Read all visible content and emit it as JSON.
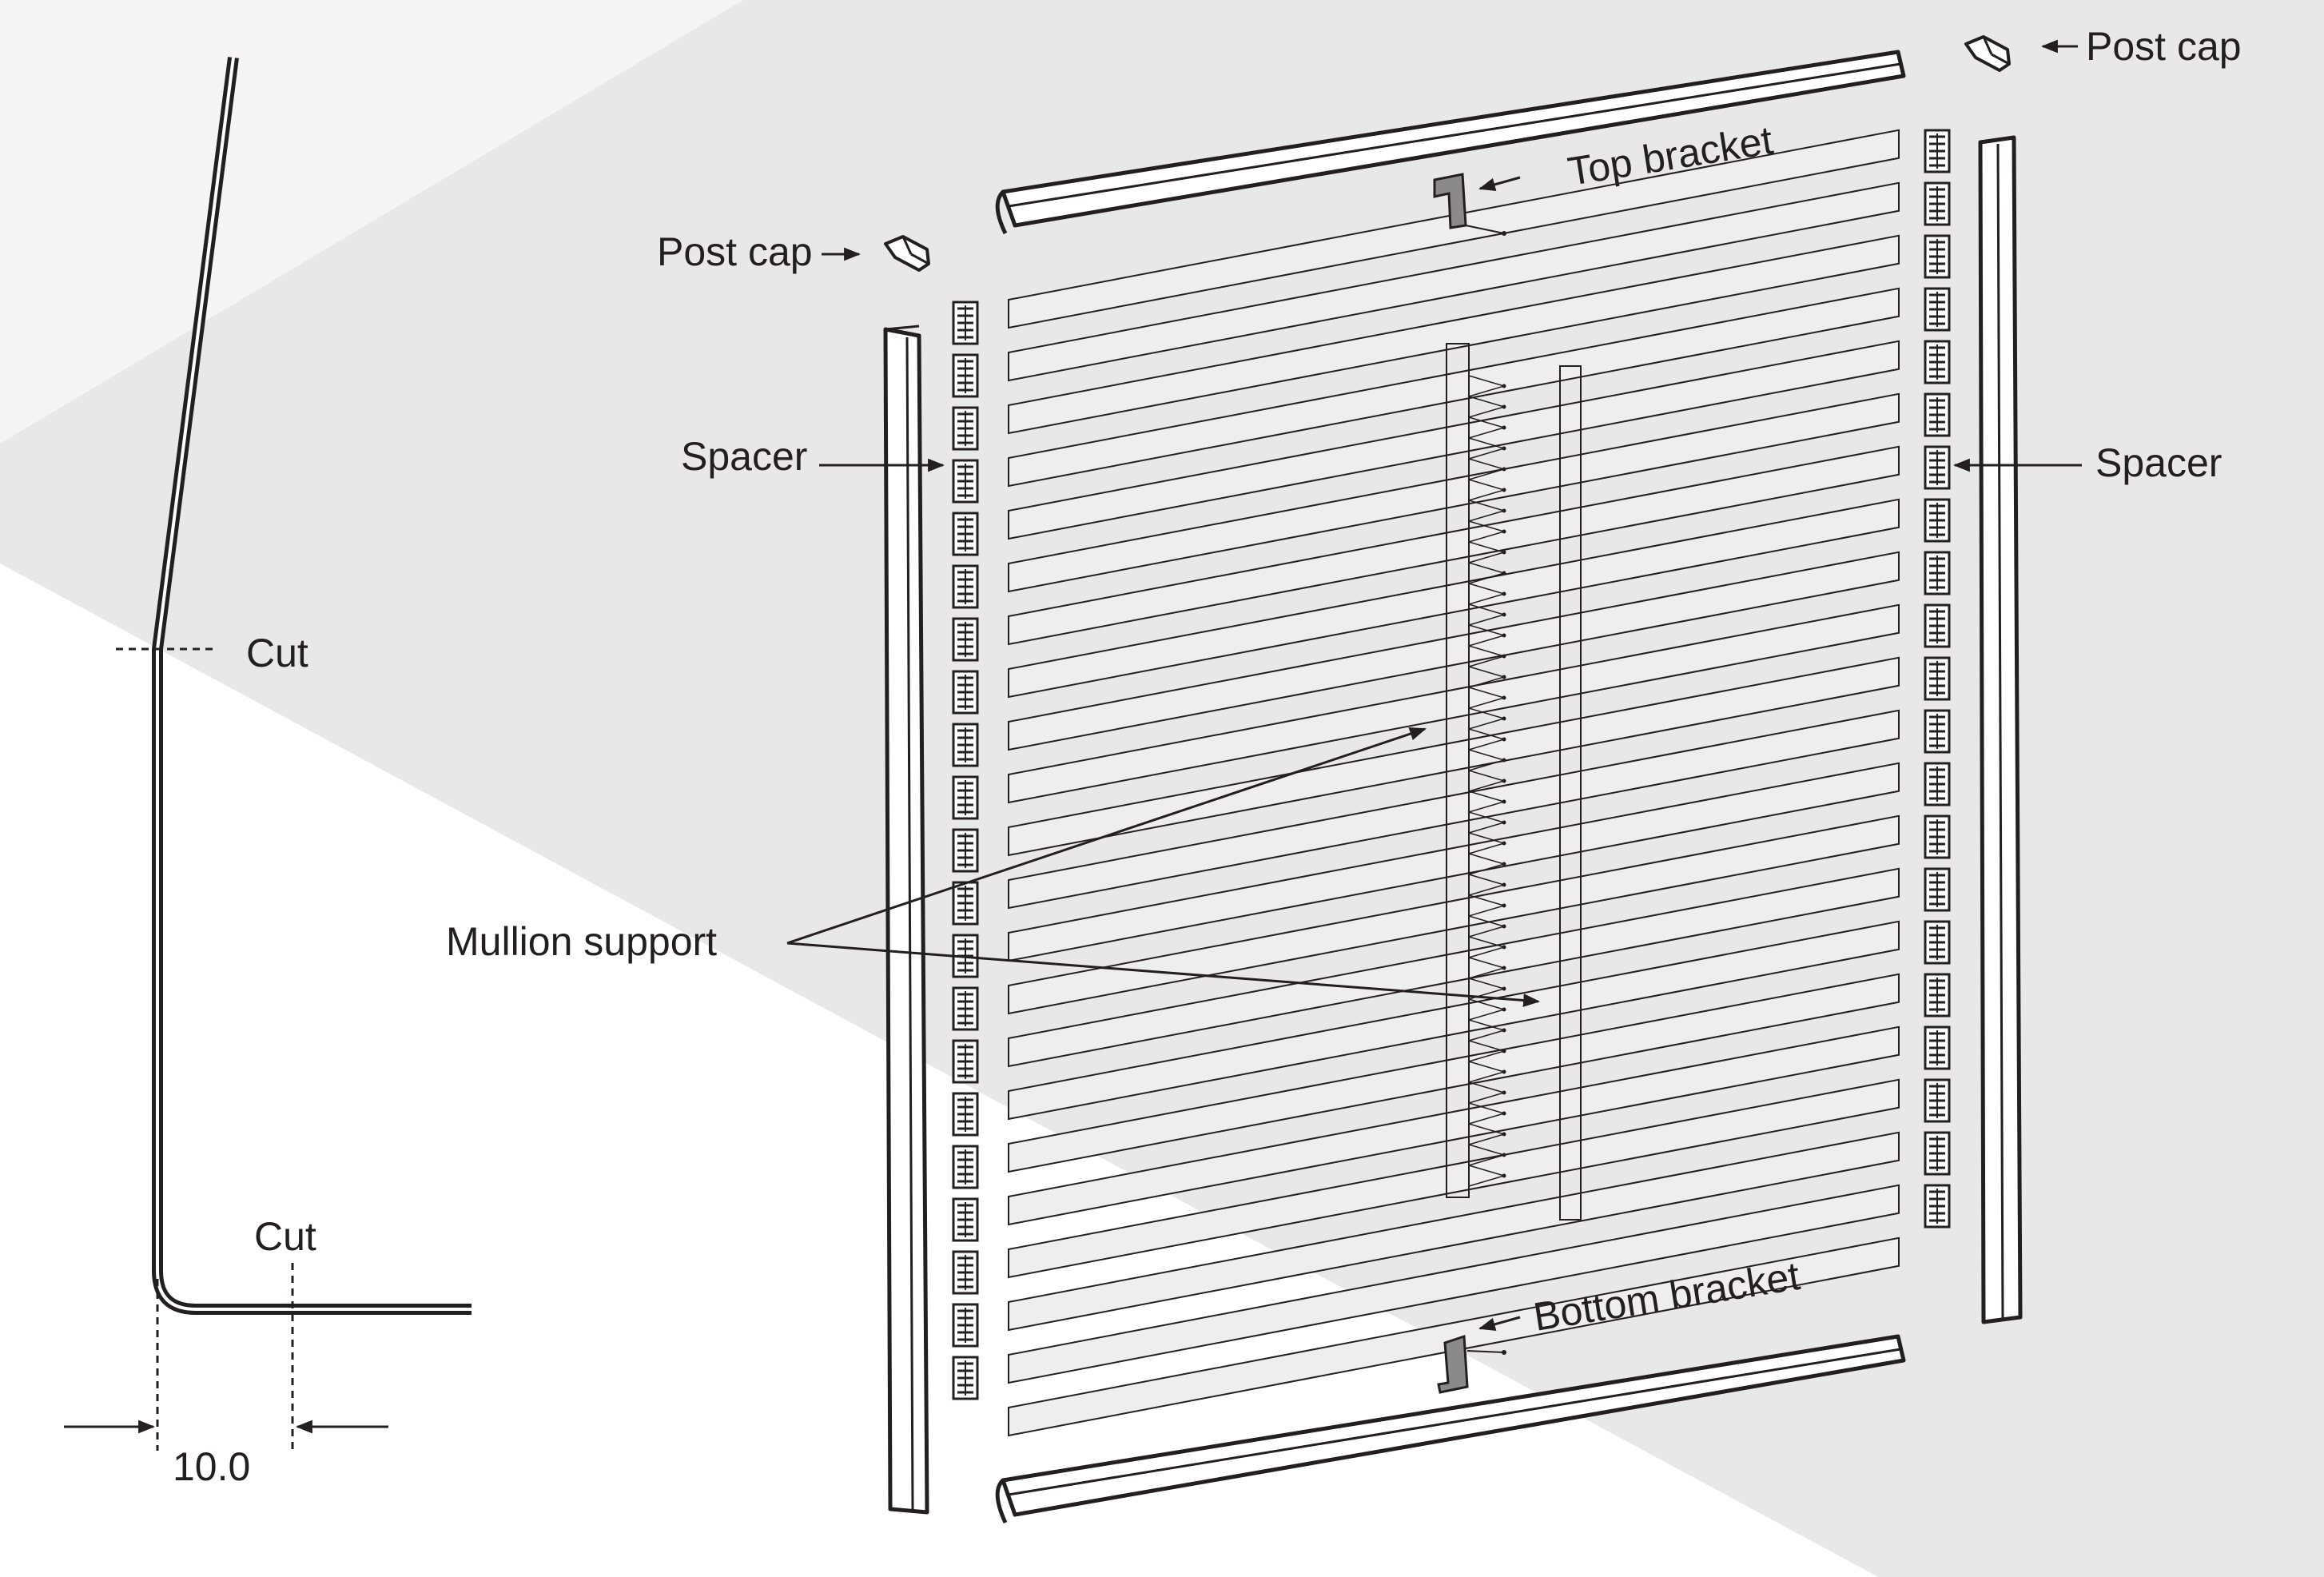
{
  "colors": {
    "background_light": "#f5f5f5",
    "background_mid": "#e8e8e8",
    "white": "#ffffff",
    "ink": "#231f20",
    "bracket_fill": "#8a8a8a"
  },
  "profile": {
    "cut_upper": "Cut",
    "cut_lower": "Cut",
    "dimension": "10.0"
  },
  "labels": {
    "post_cap_left": "Post cap",
    "post_cap_right": "Post cap",
    "top_bracket": "Top bracket",
    "bottom_bracket": "Bottom bracket",
    "spacer_left": "Spacer",
    "spacer_right": "Spacer",
    "mullion_support": "Mullion support"
  },
  "icons": [
    "arrow-icon",
    "post-cap-icon",
    "bracket-icon",
    "spacer-icon"
  ]
}
